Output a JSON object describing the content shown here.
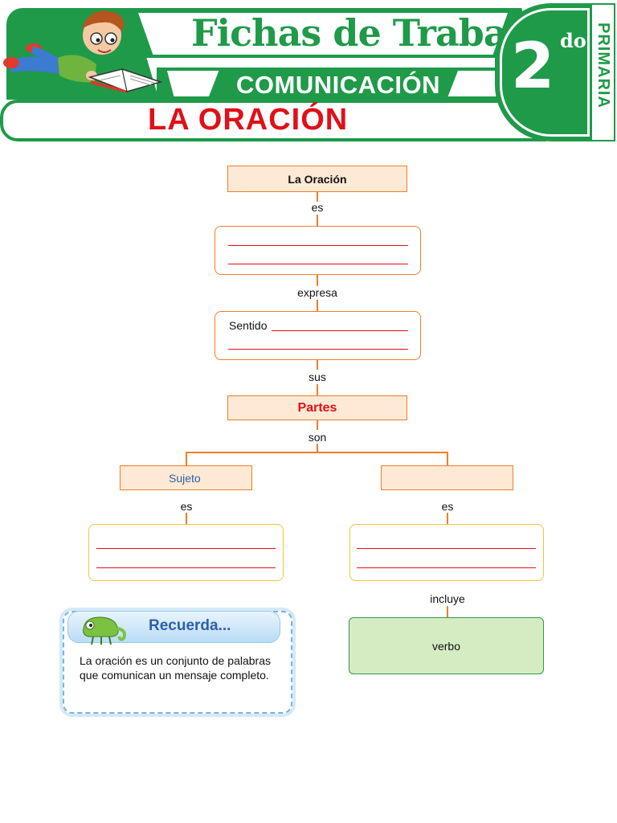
{
  "header": {
    "title": "Fichas de Trabajo",
    "subject": "COMUNICACIÓN",
    "topic": "LA ORACIÓN",
    "grade_number": "2",
    "grade_suffix": "do",
    "level": "PRIMARIA"
  },
  "diagram": {
    "root": "La Oración",
    "link_es": "es",
    "link_expresa": "expresa",
    "sentido_prefix": "Sentido",
    "link_sus": "sus",
    "partes": "Partes",
    "link_son": "son",
    "sujeto": "Sujeto",
    "predicado": "",
    "link_es_left": "es",
    "link_es_right": "es",
    "link_incluye": "incluye",
    "verbo": "verbo"
  },
  "recuerda": {
    "title": "Recuerda...",
    "text": "La oración es un conjunto de palabras que comunican un mensaje completo."
  },
  "colors": {
    "brand_green": "#1f9a49",
    "title_red": "#e01019",
    "node_border": "#f07e2a",
    "node_fill": "#fde9d4",
    "verbo_fill": "#d5ecc3"
  }
}
